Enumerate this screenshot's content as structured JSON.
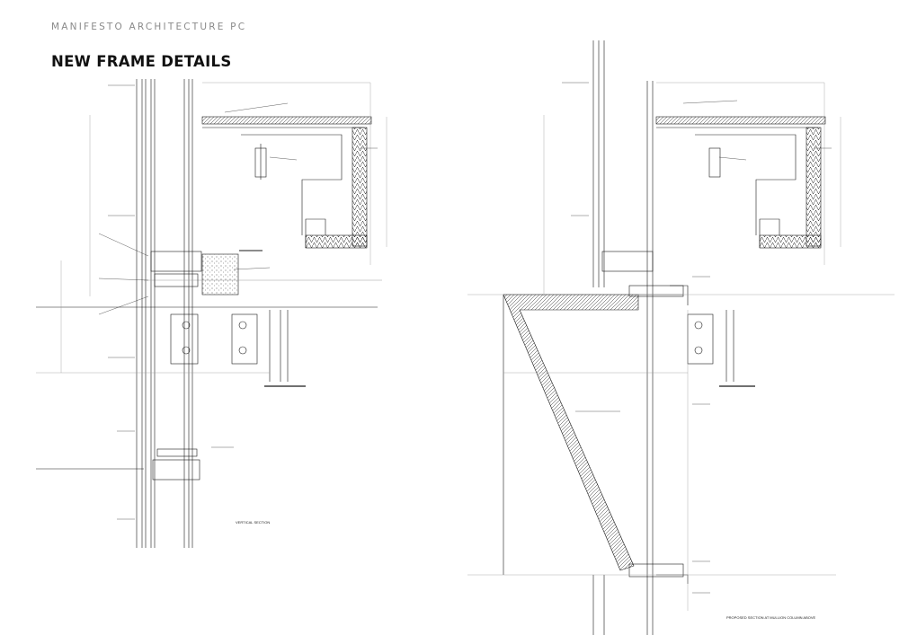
{
  "header": {
    "firm": "MANIFESTO ARCHITECTURE PC",
    "title": "NEW FRAME DETAILS"
  },
  "drawings": {
    "left_caption": "VERTICAL SECTION",
    "right_caption": "PROPOSED SECTION AT MULLION COLUMN ABOVE"
  },
  "colors": {
    "ink": "#1a1a1a",
    "hatch": "#444444",
    "guide": "#9a9a9a"
  }
}
